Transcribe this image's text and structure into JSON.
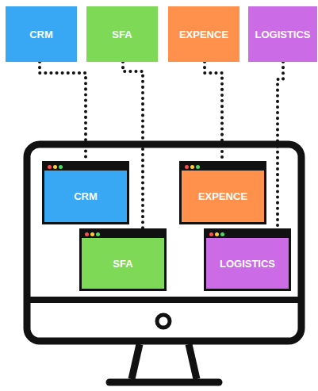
{
  "diagram": {
    "nodes": [
      {
        "text": [
          "CRM"
        ]
      },
      {
        "text": [
          "SFA"
        ]
      },
      {
        "text": [
          "EXPENCE"
        ]
      },
      {
        "text": [
          "LOGISTICS"
        ]
      },
      {
        "text": [
          "CRM"
        ]
      },
      {
        "text": [
          "SFA"
        ]
      },
      {
        "text": [
          "EXPENCE"
        ]
      },
      {
        "text": [
          "LOGISTICS"
        ]
      }
    ],
    "edges": [
      {
        "from": 0,
        "to": 4,
        "arrow": "none"
      },
      {
        "from": 1,
        "to": 5,
        "arrow": "none"
      },
      {
        "from": 2,
        "to": 6,
        "arrow": "none"
      },
      {
        "from": 3,
        "to": 7,
        "arrow": "none"
      }
    ]
  }
}
